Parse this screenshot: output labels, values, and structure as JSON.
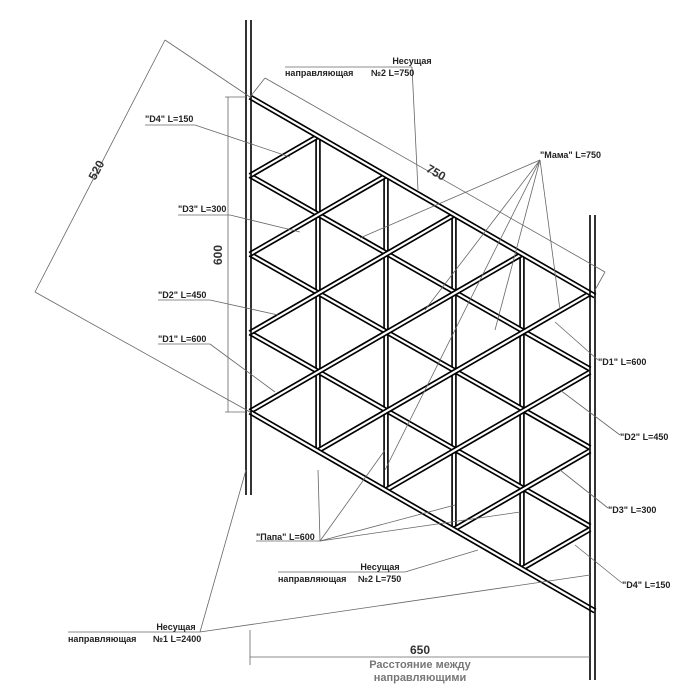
{
  "labels": {
    "top_rail": {
      "line1": "Несущая",
      "line2a": "направляющая",
      "line2b": "№2 L=750"
    },
    "bottom_rail": {
      "line1": "Несущая",
      "line2a": "направляющая",
      "line2b": "№2 L=750"
    },
    "left_rail": {
      "line1": "Несущая",
      "line2a": "направляющая",
      "line2b": "№1 L=2400"
    },
    "left": [
      {
        "name": "\"D4\"",
        "len": "L=150"
      },
      {
        "name": "\"D3\"",
        "len": "L=300"
      },
      {
        "name": "\"D2\"",
        "len": "L=450"
      },
      {
        "name": "\"D1\"",
        "len": "L=600"
      }
    ],
    "right": [
      {
        "name": "\"D1\"",
        "len": "L=600"
      },
      {
        "name": "\"D2\"",
        "len": "L=450"
      },
      {
        "name": "\"D3\"",
        "len": "L=300"
      },
      {
        "name": "\"D4\"",
        "len": "L=150"
      }
    ],
    "mama": {
      "name": "\"Мама\"",
      "len": "L=750"
    },
    "papa": {
      "name": "\"Папа\"",
      "len": "L=600"
    }
  },
  "dimensions": {
    "d520": "520",
    "d600": "600",
    "d750": "750",
    "d650": "650",
    "spacing_caption_1": "Расстояние между",
    "spacing_caption_2": "направляющими"
  }
}
